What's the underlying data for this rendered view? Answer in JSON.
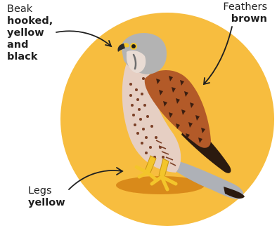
{
  "labels": {
    "beak": {
      "title": "Beak",
      "description": "hooked,\nyellow\nand\nblack"
    },
    "feathers": {
      "title": "Feathers",
      "description": "brown"
    },
    "legs": {
      "title": "Legs",
      "description": "yellow"
    }
  },
  "subject": "kestrel",
  "colors": {
    "circle": "#f7bd3f",
    "shadow": "#d98a1a",
    "wing": "#b35a28",
    "breast": "#e6cfc3",
    "head": "#b3b3b3",
    "tail": "#2b1a0f",
    "legs": "#f3c52b",
    "beak": "#f3c52b",
    "arrow": "#1f1f1f"
  }
}
